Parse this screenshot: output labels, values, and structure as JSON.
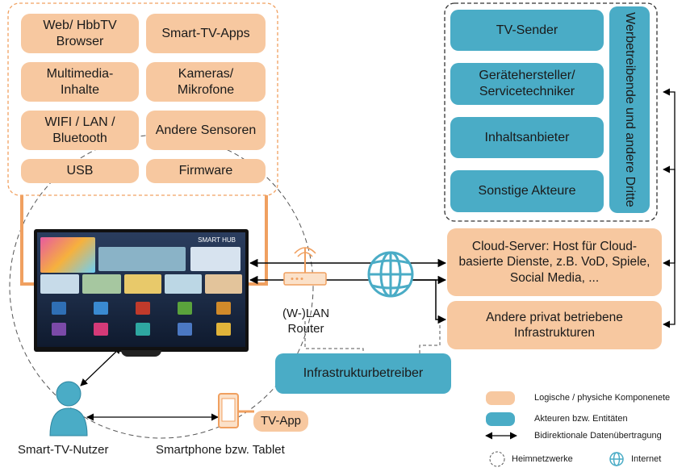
{
  "components": {
    "browser": "Web/ HbbTV Browser",
    "smart_tv_apps": "Smart-TV-Apps",
    "multimedia": "Multimedia-Inhalte",
    "cameras": "Kameras/ Mikrofone",
    "wifi": "WIFI / LAN / Bluetooth",
    "sensors": "Andere Sensoren",
    "usb": "USB",
    "firmware": "Firmware"
  },
  "actors": {
    "tv_sender": "TV-Sender",
    "manufacturer": "Gerätehersteller/ Servicetechniker",
    "content_provider": "Inhaltsanbieter",
    "other_actors": "Sonstige Akteure",
    "advertisers": "Werbetreibende und andere Dritte"
  },
  "cloud_server": "Cloud-Server: Host für Cloud-basierte Dienste, z.B. VoD, Spiele, Social Media, ...",
  "private_infra": "Andere privat betriebene Infrastrukturen",
  "router_label": "(W-)LAN Router",
  "infra_operator": "Infrastrukturbetreiber",
  "tv_app": "TV-App",
  "user_label": "Smart-TV-Nutzer",
  "phone_label": "Smartphone bzw. Tablet",
  "tv_screen": {
    "brand_label": "SMART HUB"
  },
  "legend": {
    "components": "Logische / physiche Komponenete",
    "actors": "Akteuren bzw. Entitäten",
    "bidirectional": "Bidirektionale Datenübertragung",
    "home_network": "Heimnetzwerke",
    "internet": "Internet"
  },
  "colors": {
    "component": "#f7c8a0",
    "actor": "#4aacc6",
    "connector": "#f0a060"
  }
}
